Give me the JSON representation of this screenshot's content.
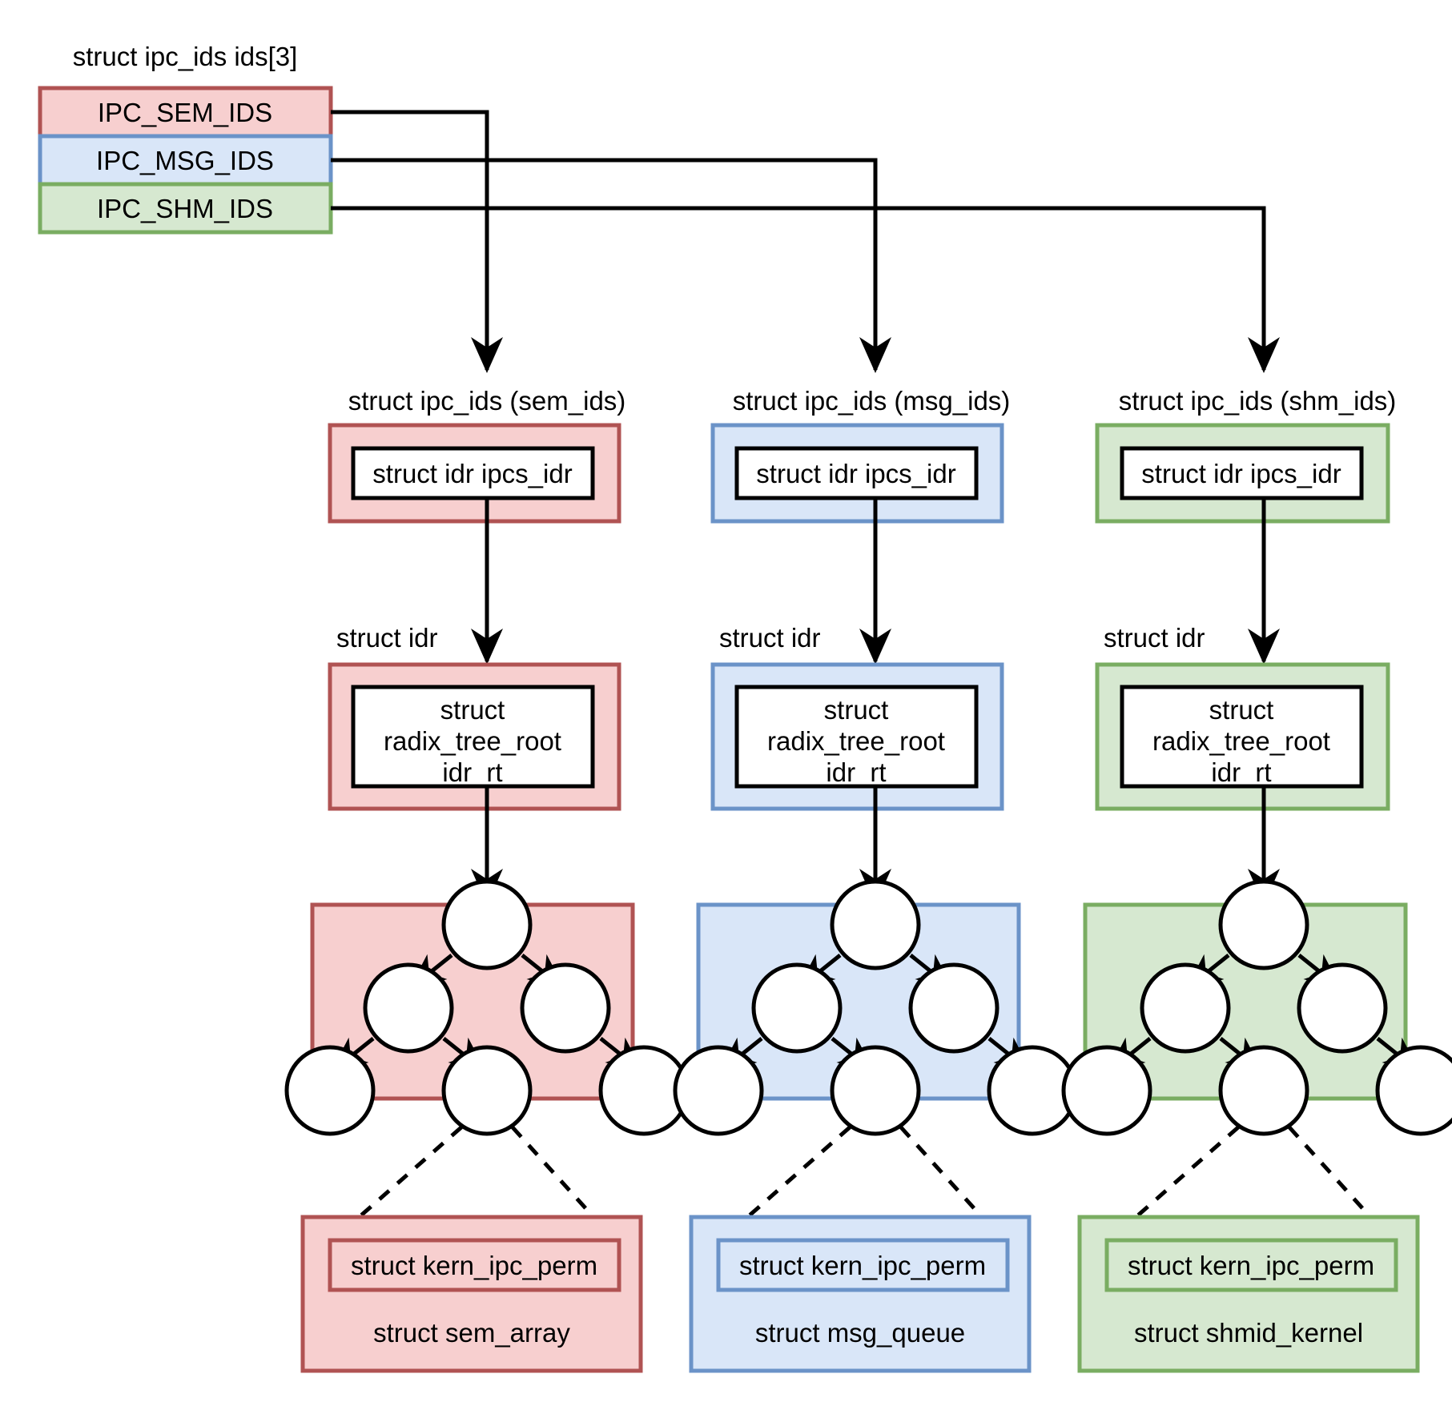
{
  "diagram": {
    "title_label": "struct ipc_ids ids[3]",
    "colors": {
      "red_fill": "#f7cfcf",
      "red_stroke": "#b05353",
      "blue_fill": "#d9e6f8",
      "blue_stroke": "#6b93c8",
      "green_fill": "#d6e8d0",
      "green_stroke": "#7aad62",
      "line": "#000000",
      "white": "#ffffff"
    },
    "ids_array": {
      "label": "struct ipc_ids ids[3]",
      "rows": [
        {
          "label": "IPC_SEM_IDS",
          "theme": "red"
        },
        {
          "label": "IPC_MSG_IDS",
          "theme": "blue"
        },
        {
          "label": "IPC_SHM_IDS",
          "theme": "green"
        }
      ]
    },
    "columns": [
      {
        "theme": "red",
        "ipc_ids_caption": "struct ipc_ids (sem_ids)",
        "ipcs_idr_label": "struct idr ipcs_idr",
        "idr_caption": "struct idr",
        "radix_lines": [
          "struct",
          "radix_tree_root",
          "idr_rt"
        ],
        "kern_ipc_perm_label": "struct kern_ipc_perm",
        "owner_label": "struct sem_array"
      },
      {
        "theme": "blue",
        "ipc_ids_caption": "struct ipc_ids (msg_ids)",
        "ipcs_idr_label": "struct idr ipcs_idr",
        "idr_caption": "struct idr",
        "radix_lines": [
          "struct",
          "radix_tree_root",
          "idr_rt"
        ],
        "kern_ipc_perm_label": "struct kern_ipc_perm",
        "owner_label": "struct msg_queue"
      },
      {
        "theme": "green",
        "ipc_ids_caption": "struct ipc_ids (shm_ids)",
        "ipcs_idr_label": "struct idr ipcs_idr",
        "idr_caption": "struct idr",
        "radix_lines": [
          "struct",
          "radix_tree_root",
          "idr_rt"
        ],
        "kern_ipc_perm_label": "struct kern_ipc_perm",
        "owner_label": "struct shmid_kernel"
      }
    ],
    "radix_tree": {
      "node_count": 6,
      "levels": [
        1,
        2,
        3
      ],
      "description": "radix tree nodes drawn as white circles"
    }
  }
}
